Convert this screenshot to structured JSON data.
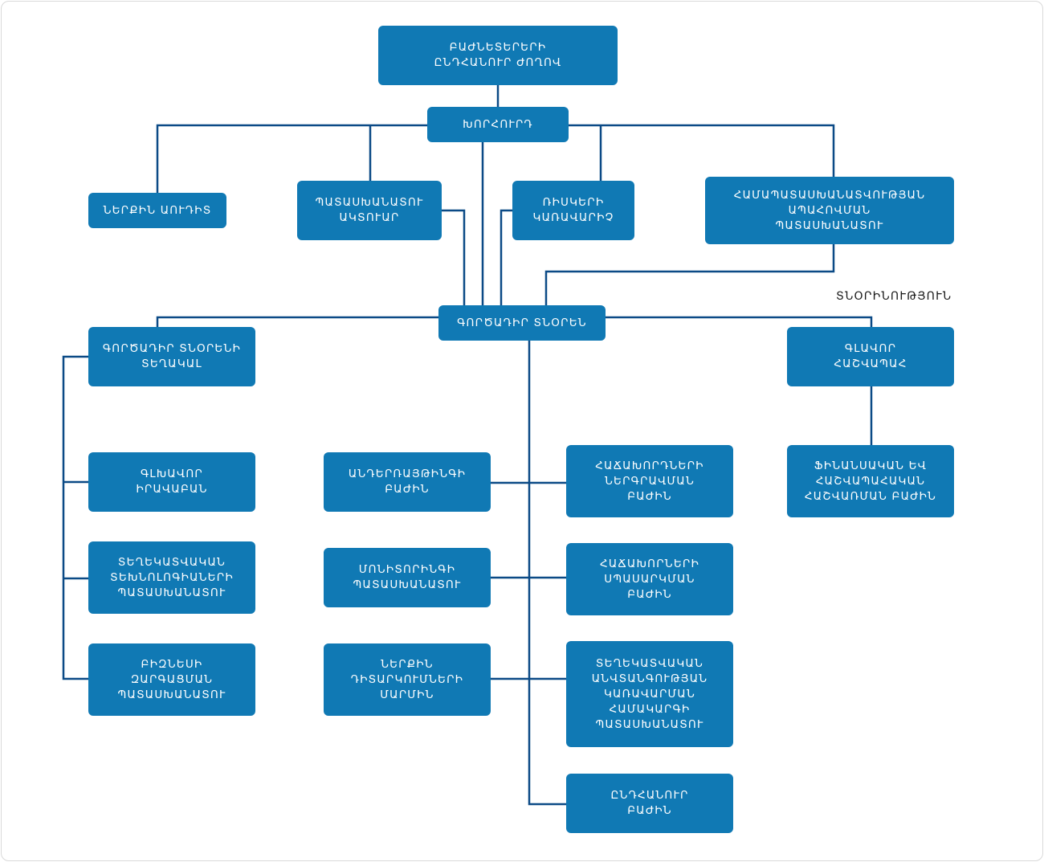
{
  "colors": {
    "box_fill": "#1079b4",
    "connector": "#0b4a86",
    "box_text": "#ffffff"
  },
  "nodes": {
    "shareholders": "ԲԱԺՆԵՏԵՐԵՐԻ\nԸՆԴՀԱՆՈՒՐ ԺՈՂՈՎ",
    "council": "ԽՈՐՀՈՒՐԴ",
    "internal_audit": "ՆԵՐՔԻՆ ԱՈՒԴԻՏ",
    "responsible_actuary": "ՊԱՏԱՍԽԱՆԱՏՈՒ\nԱԿՏՈՒԱՐ",
    "risk_manager": "ՌԻՍԿԵՐԻ\nԿԱՌԱՎԱՐԻՉ",
    "compliance_officer": "ՀԱՄԱՊԱՏԱՍԽԱՆԱՏՎՈՒԹՅԱՆ\nԱՊԱՀՈՎՄԱՆ\nՊԱՏԱՍԽԱՆԱՏՈՒ",
    "directorate_label": "ՏՆՕՐԻՆՈՒԹՅՈՒՆ",
    "ceo": "ԳՈՐԾԱԴԻՐ ՏՆՕՐԵՆ",
    "deputy_ceo": "ԳՈՐԾԱԴԻՐ ՏՆՕՐԵՆԻ\nՏԵՂԱԿԱԼ",
    "chief_accountant": "ԳԼԱՎՈՐ\nՀԱՇՎԱՊԱՀ",
    "chief_lawyer": "ԳԼԽԱՎՈՐ\nԻՐԱՎԱԲԱՆ",
    "it_officer": "ՏԵՂԵԿԱՏՎԱԿԱՆ\nՏԵԽՆՈԼՈԳԻԱՆԵՐԻ\nՊԱՏԱՍԽԱՆԱՏՈՒ",
    "business_dev": "ԲԻԶՆԵՍԻ\nԶԱՐԳԱՑՄԱՆ\nՊԱՏԱՍԽԱՆԱՏՈՒ",
    "underwriting": "ԱՆԴԵՐՌԱՅԹԻՆԳԻ\nԲԱԺԻՆ",
    "monitoring": "ՄՈՆԻՏՈՐԻՆԳԻ\nՊԱՏԱՍԽԱՆԱՏՈՒ",
    "internal_control": "ՆԵՐՔԻՆ\nԴԻՏԱՐԿՈՒՄՆԵՐԻ\nՄԱՐՄԻՆ",
    "client_attraction": "ՀԱՃԱԽՈՐԴՆԵՐԻ\nՆԵՐԳՐԱՎՄԱՆ\nԲԱԺԻՆ",
    "client_service": "ՀԱՃԱԽՈՐՆԵՐԻ\nՍՊԱՍԱՐԿՄԱՆ\nԲԱԺԻՆ",
    "infosec_officer": "ՏԵՂԵԿԱՏՎԱԿԱՆ\nԱՆՎՏԱՆԳՈՒԹՅԱՆ\nԿԱՌԱՎԱՐՄԱՆ\nՀԱՄԱԿԱՐԳԻ\nՊԱՏԱՍԽԱՆԱՏՈՒ",
    "general_dept": "ԸՆԴՀԱՆՈՒՐ\nԲԱԺԻՆ",
    "finance_dept": "ՖԻՆԱՆՍԱԿԱՆ ԵՎ\nՀԱՇՎԱՊԱՀԱԿԱՆ\nՀԱՇՎԱՌՄԱՆ ԲԱԺԻՆ"
  }
}
